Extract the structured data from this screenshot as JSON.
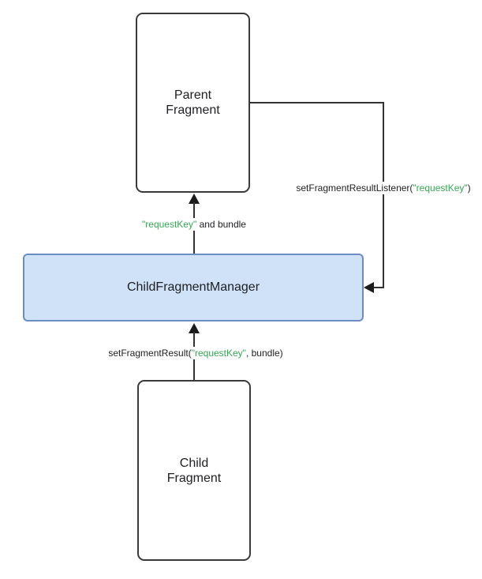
{
  "colors": {
    "background": "#ffffff",
    "box_border_dark": "#3a3a3a",
    "cfm_fill": "#cfe2f8",
    "cfm_border": "#6c8ebf",
    "line": "#333333",
    "label_text": "#202124",
    "request_key_green": "#34a853"
  },
  "nodes": {
    "parent_fragment": {
      "label": "Parent Fragment"
    },
    "child_fragment_manager": {
      "label": "ChildFragmentManager"
    },
    "child_fragment": {
      "label": "Child Fragment"
    }
  },
  "edge_labels": {
    "set_fragment_result_listener": {
      "prefix": "setFragmentResultListener(",
      "key": "\"requestKey\"",
      "suffix": ")"
    },
    "request_key_and_bundle": {
      "prefix": "",
      "key": "\"requestKey\"",
      "suffix": " and bundle"
    },
    "set_fragment_result": {
      "prefix": "setFragmentResult(",
      "key": "\"requestKey\"",
      "suffix": ", bundle)"
    }
  }
}
